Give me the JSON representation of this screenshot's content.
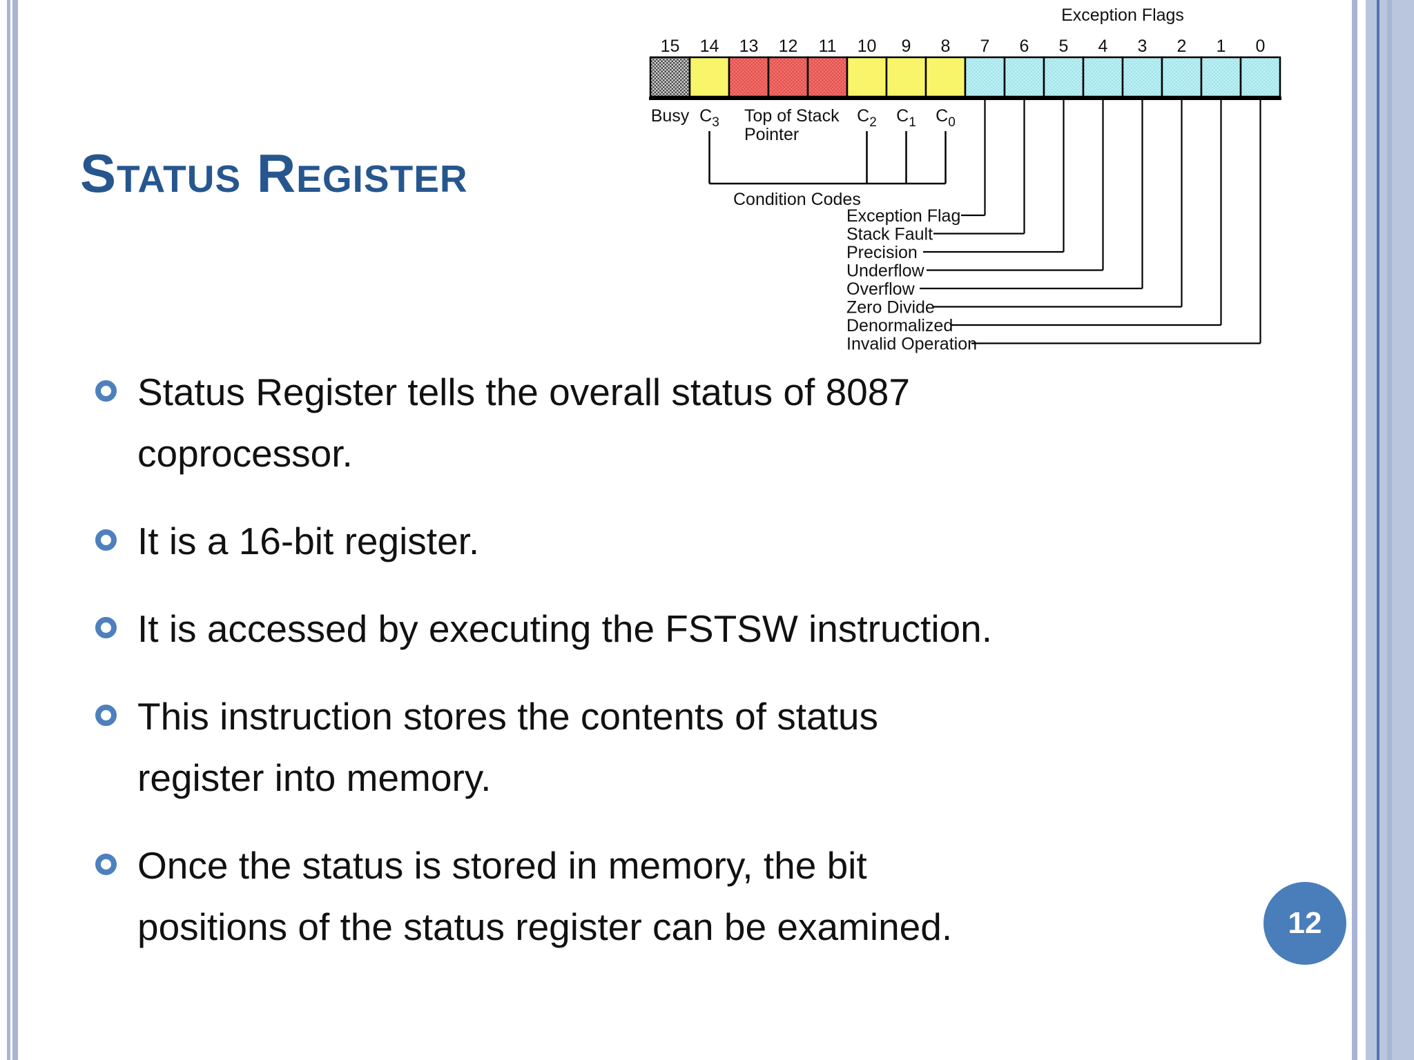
{
  "slide": {
    "title": "Status Register",
    "page_number": "12",
    "bullets": [
      {
        "lines": [
          "Status Register tells the overall status of 8087",
          "coprocessor."
        ]
      },
      {
        "lines": [
          "It is a 16-bit register."
        ]
      },
      {
        "lines": [
          "It is accessed by executing the FSTSW instruction."
        ]
      },
      {
        "lines": [
          "This instruction stores the contents of status",
          "register into memory."
        ]
      },
      {
        "lines": [
          "Once the status is stored in memory, the bit",
          "positions of the status register can be examined."
        ]
      }
    ]
  },
  "diagram": {
    "title": "Exception Flags",
    "bit_numbers": [
      "15",
      "14",
      "13",
      "12",
      "11",
      "10",
      "9",
      "8",
      "7",
      "6",
      "5",
      "4",
      "3",
      "2",
      "1",
      "0"
    ],
    "cell_color_keys": [
      "gray",
      "yellow",
      "red",
      "red",
      "red",
      "yellow",
      "yellow",
      "yellow",
      "cyan",
      "cyan",
      "cyan",
      "cyan",
      "cyan",
      "cyan",
      "cyan",
      "cyan"
    ],
    "cell_colors": {
      "gray": "#969696",
      "yellow": "#f8f56a",
      "red": "#f3736f",
      "cyan": "#c0f2f5"
    },
    "field_labels": {
      "busy": "Busy",
      "c3": {
        "base": "C",
        "sub": "3"
      },
      "top_of_stack": [
        "Top of Stack",
        "Pointer"
      ],
      "c2": {
        "base": "C",
        "sub": "2"
      },
      "c1": {
        "base": "C",
        "sub": "1"
      },
      "c0": {
        "base": "C",
        "sub": "0"
      }
    },
    "condition_codes_label": "Condition Codes",
    "exception_flag_labels": [
      "Exception Flag",
      "Stack Fault",
      "Precision",
      "Underflow",
      "Overflow",
      "Zero Divide",
      "Denormalized",
      "Invalid Operation"
    ]
  },
  "colors": {
    "title_color": "#26568e",
    "bullet_ring_color": "#4d80bd",
    "page_circle_color": "#4a7ebb",
    "border_stripe": "#a9b4d6",
    "border_band": "#bac6de",
    "border_dark_line": "#4f74b4",
    "border_mid_line": "#a7b6d3",
    "text_color": "#111111"
  }
}
